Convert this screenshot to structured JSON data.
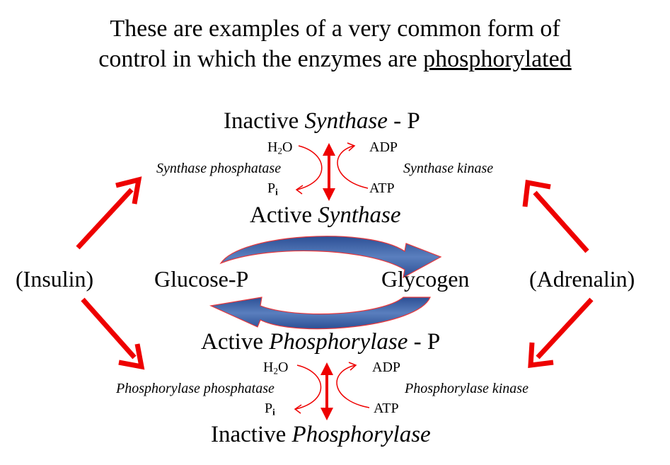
{
  "title": {
    "line1": "These are examples of a very common form of",
    "line2_pre": "control in which the enzymes are ",
    "line2_underlined": "phosphorylated"
  },
  "synthase": {
    "inactive_word": "Inactive ",
    "inactive_enzyme": "Synthase",
    "inactive_suffix": " - P",
    "active_word": "Active ",
    "active_enzyme": "Synthase",
    "phosphatase": "Synthase phosphatase",
    "kinase": "Synthase kinase",
    "h2o_h": "H",
    "h2o_sub": "2",
    "h2o_o": "O",
    "pi_p": "P",
    "pi_sub": "i",
    "adp": "ADP",
    "atp": "ATP"
  },
  "middle": {
    "left_hormone": "(Insulin)",
    "right_hormone": "(Adrenalin)",
    "left_metabolite": "Glucose-P",
    "right_metabolite": "Glycogen"
  },
  "phosphorylase": {
    "active_word": "Active ",
    "active_enzyme": "Phosphorylase",
    "active_suffix": " - P",
    "inactive_word": "Inactive ",
    "inactive_enzyme": "Phosphorylase",
    "phosphatase": "Phosphorylase phosphatase",
    "kinase": "Phosphorylase kinase",
    "h2o_h": "H",
    "h2o_sub": "2",
    "h2o_o": "O",
    "pi_p": "P",
    "pi_sub": "i",
    "adp": "ADP",
    "atp": "ATP"
  },
  "colors": {
    "arrow_red": "#ee0000",
    "cycle_blue": "#3f63a6",
    "cycle_outline": "#e8373b"
  }
}
